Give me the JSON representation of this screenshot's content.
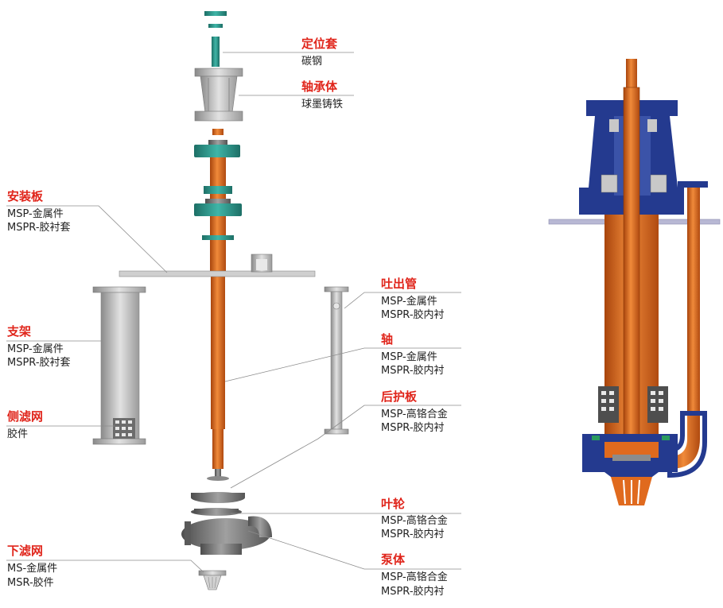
{
  "colors": {
    "label_title": "#e0251b",
    "label_text": "#222222",
    "leader_line": "#8c8c8c",
    "shaft_orange": "#e06a1e",
    "casing_blue": "#243a8f",
    "bearing_teal": "#2a9a8e",
    "steel_gray": "#bdbdbd",
    "dark_gray": "#6e6e6e",
    "plate_lavender": "#b8b8d4"
  },
  "labels": {
    "locating_sleeve": {
      "title": "定位套",
      "lines": [
        "碳钢"
      ]
    },
    "bearing_housing": {
      "title": "轴承体",
      "lines": [
        "球墨铸铁"
      ]
    },
    "mounting_plate": {
      "title": "安装板",
      "lines": [
        "MSP-金属件",
        "MSPR-胶衬套"
      ]
    },
    "discharge_pipe": {
      "title": "吐出管",
      "lines": [
        "MSP-金属件",
        "MSPR-胶内衬"
      ]
    },
    "shaft": {
      "title": "轴",
      "lines": [
        "MSP-金属件",
        "MSPR-胶内衬"
      ]
    },
    "bracket": {
      "title": "支架",
      "lines": [
        "MSP-金属件",
        "MSPR-胶衬套"
      ]
    },
    "back_liner": {
      "title": "后护板",
      "lines": [
        "MSP-高铬合金",
        "MSPR-胶内衬"
      ]
    },
    "side_strainer": {
      "title": "侧滤网",
      "lines": [
        "胶件"
      ]
    },
    "impeller": {
      "title": "叶轮",
      "lines": [
        "MSP-高铬合金",
        "MSPR-胶内衬"
      ]
    },
    "lower_strainer": {
      "title": "下滤网",
      "lines": [
        "MS-金属件",
        "MSR-胶件"
      ]
    },
    "pump_casing": {
      "title": "泵体",
      "lines": [
        "MSP-高铬合金",
        "MSPR-胶内衬"
      ]
    }
  }
}
